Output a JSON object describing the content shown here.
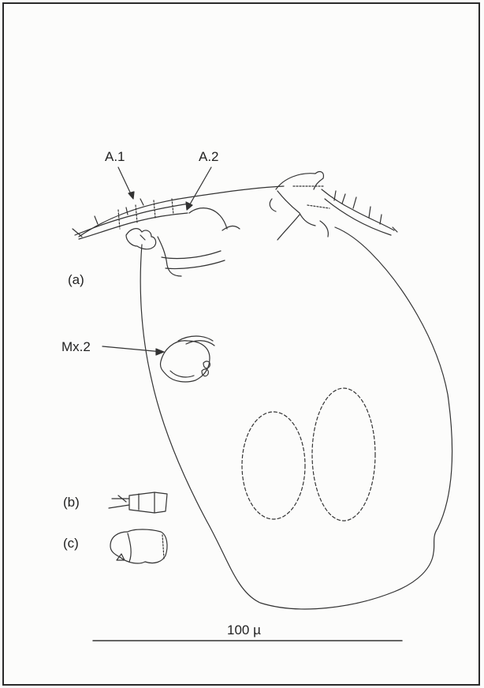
{
  "labels": {
    "a1": "A.1",
    "a2": "A.2",
    "panel_a": "(a)",
    "mx2": "Mx.2",
    "panel_b": "(b)",
    "panel_c": "(c)"
  },
  "scale_bar": {
    "label": "100 µ"
  },
  "colors": {
    "line": "#333333",
    "frame": "#2a2a2a",
    "background": "#fcfcfb"
  }
}
